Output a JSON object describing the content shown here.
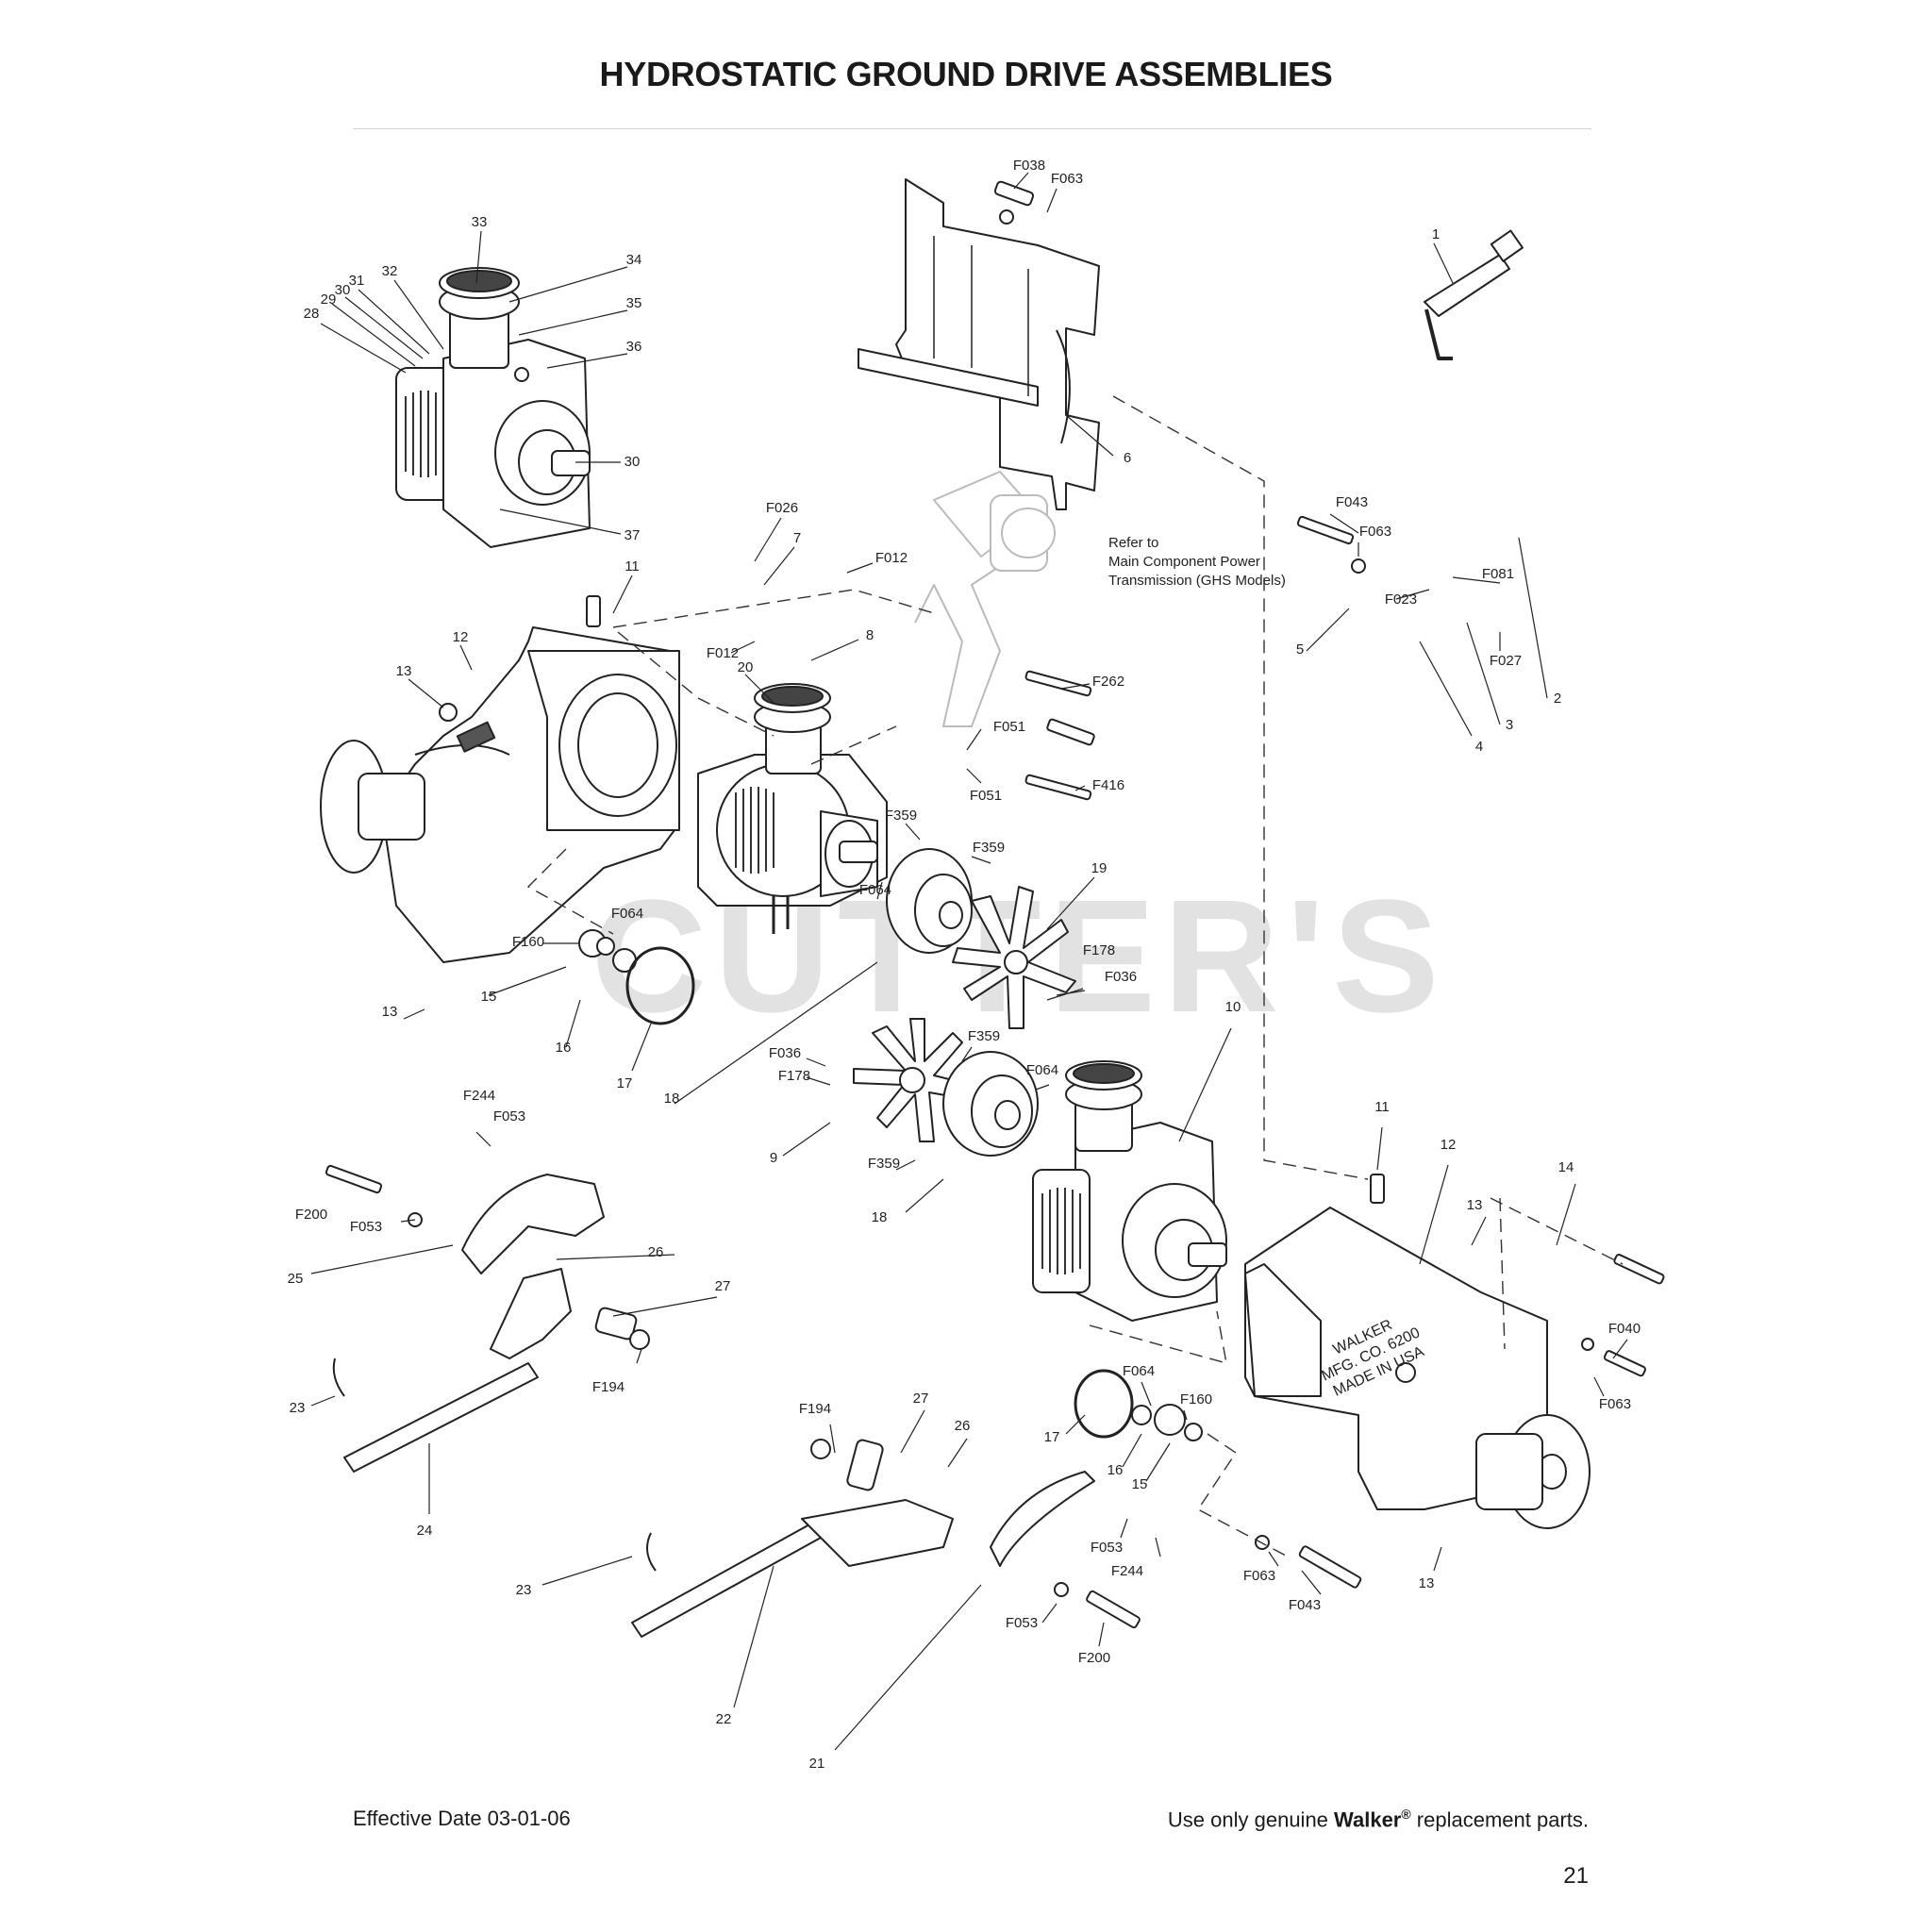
{
  "page": {
    "title": "HYDROSTATIC GROUND DRIVE ASSEMBLIES",
    "footer_left": "Effective Date 03-01-06",
    "footer_right_prefix": "Use only genuine ",
    "footer_right_brand": "Walker",
    "footer_right_reg": "®",
    "footer_right_suffix": " replacement parts.",
    "page_number": "21"
  },
  "watermark": "CUTTER'S",
  "note": {
    "line1": "Refer to",
    "line2": "Main Component Power",
    "line3": "Transmission (GHS Models)"
  },
  "casting_text": {
    "line1": "WALKER",
    "line2": "MFG. CO. 6200",
    "line3": "MADE IN USA"
  },
  "callouts": [
    {
      "id": "c33",
      "label": "33"
    },
    {
      "id": "c34",
      "label": "34"
    },
    {
      "id": "c35",
      "label": "35"
    },
    {
      "id": "c36",
      "label": "36"
    },
    {
      "id": "c32",
      "label": "32"
    },
    {
      "id": "c31",
      "label": "31"
    },
    {
      "id": "c30a",
      "label": "30"
    },
    {
      "id": "c29",
      "label": "29"
    },
    {
      "id": "c28",
      "label": "28"
    },
    {
      "id": "c30b",
      "label": "30"
    },
    {
      "id": "c37",
      "label": "37"
    },
    {
      "id": "cF038",
      "label": "F038"
    },
    {
      "id": "cF063a",
      "label": "F063"
    },
    {
      "id": "c6",
      "label": "6"
    },
    {
      "id": "c1",
      "label": "1"
    },
    {
      "id": "cF026",
      "label": "F026"
    },
    {
      "id": "c7",
      "label": "7"
    },
    {
      "id": "cF012a",
      "label": "F012"
    },
    {
      "id": "c11a",
      "label": "11"
    },
    {
      "id": "c12a",
      "label": "12"
    },
    {
      "id": "c13a",
      "label": "13"
    },
    {
      "id": "cF012b",
      "label": "F012"
    },
    {
      "id": "c8",
      "label": "8"
    },
    {
      "id": "c20",
      "label": "20"
    },
    {
      "id": "cF262",
      "label": "F262"
    },
    {
      "id": "cF051a",
      "label": "F051"
    },
    {
      "id": "cF051b",
      "label": "F051"
    },
    {
      "id": "cF416",
      "label": "F416"
    },
    {
      "id": "cF043a",
      "label": "F043"
    },
    {
      "id": "cF063b",
      "label": "F063"
    },
    {
      "id": "cF023",
      "label": "F023"
    },
    {
      "id": "cF081",
      "label": "F081"
    },
    {
      "id": "cF027",
      "label": "F027"
    },
    {
      "id": "c5",
      "label": "5"
    },
    {
      "id": "c4",
      "label": "4"
    },
    {
      "id": "c3",
      "label": "3"
    },
    {
      "id": "c2",
      "label": "2"
    },
    {
      "id": "cF359a",
      "label": "F359"
    },
    {
      "id": "cF359b",
      "label": "F359"
    },
    {
      "id": "cF064a",
      "label": "F064"
    },
    {
      "id": "c19",
      "label": "19"
    },
    {
      "id": "cF064b",
      "label": "F064"
    },
    {
      "id": "cF160a",
      "label": "F160"
    },
    {
      "id": "c15a",
      "label": "15"
    },
    {
      "id": "c16a",
      "label": "16"
    },
    {
      "id": "c17a",
      "label": "17"
    },
    {
      "id": "c18a",
      "label": "18"
    },
    {
      "id": "c13b",
      "label": "13"
    },
    {
      "id": "cF178a",
      "label": "F178"
    },
    {
      "id": "cF036a",
      "label": "F036"
    },
    {
      "id": "cF036b",
      "label": "F036"
    },
    {
      "id": "cF178b",
      "label": "F178"
    },
    {
      "id": "cF359c",
      "label": "F359"
    },
    {
      "id": "cF064c",
      "label": "F064"
    },
    {
      "id": "c10",
      "label": "10"
    },
    {
      "id": "c9",
      "label": "9"
    },
    {
      "id": "cF359d",
      "label": "F359"
    },
    {
      "id": "c18b",
      "label": "18"
    },
    {
      "id": "c11b",
      "label": "11"
    },
    {
      "id": "c12b",
      "label": "12"
    },
    {
      "id": "c13c",
      "label": "13"
    },
    {
      "id": "c14",
      "label": "14"
    },
    {
      "id": "cF040",
      "label": "F040"
    },
    {
      "id": "cF063c",
      "label": "F063"
    },
    {
      "id": "cF244a",
      "label": "F244"
    },
    {
      "id": "cF053a",
      "label": "F053"
    },
    {
      "id": "cF200a",
      "label": "F200"
    },
    {
      "id": "cF053b",
      "label": "F053"
    },
    {
      "id": "c25",
      "label": "25"
    },
    {
      "id": "c26a",
      "label": "26"
    },
    {
      "id": "c27a",
      "label": "27"
    },
    {
      "id": "cF194a",
      "label": "F194"
    },
    {
      "id": "c23a",
      "label": "23"
    },
    {
      "id": "c24",
      "label": "24"
    },
    {
      "id": "cF194b",
      "label": "F194"
    },
    {
      "id": "c27b",
      "label": "27"
    },
    {
      "id": "c26b",
      "label": "26"
    },
    {
      "id": "cF064d",
      "label": "F064"
    },
    {
      "id": "cF160b",
      "label": "F160"
    },
    {
      "id": "c17b",
      "label": "17"
    },
    {
      "id": "c16b",
      "label": "16"
    },
    {
      "id": "c15b",
      "label": "15"
    },
    {
      "id": "c23b",
      "label": "23"
    },
    {
      "id": "cF053c",
      "label": "F053"
    },
    {
      "id": "cF244b",
      "label": "F244"
    },
    {
      "id": "cF063d",
      "label": "F063"
    },
    {
      "id": "cF043b",
      "label": "F043"
    },
    {
      "id": "c13d",
      "label": "13"
    },
    {
      "id": "cF053d",
      "label": "F053"
    },
    {
      "id": "cF200b",
      "label": "F200"
    },
    {
      "id": "c22",
      "label": "22"
    },
    {
      "id": "c21",
      "label": "21"
    }
  ]
}
